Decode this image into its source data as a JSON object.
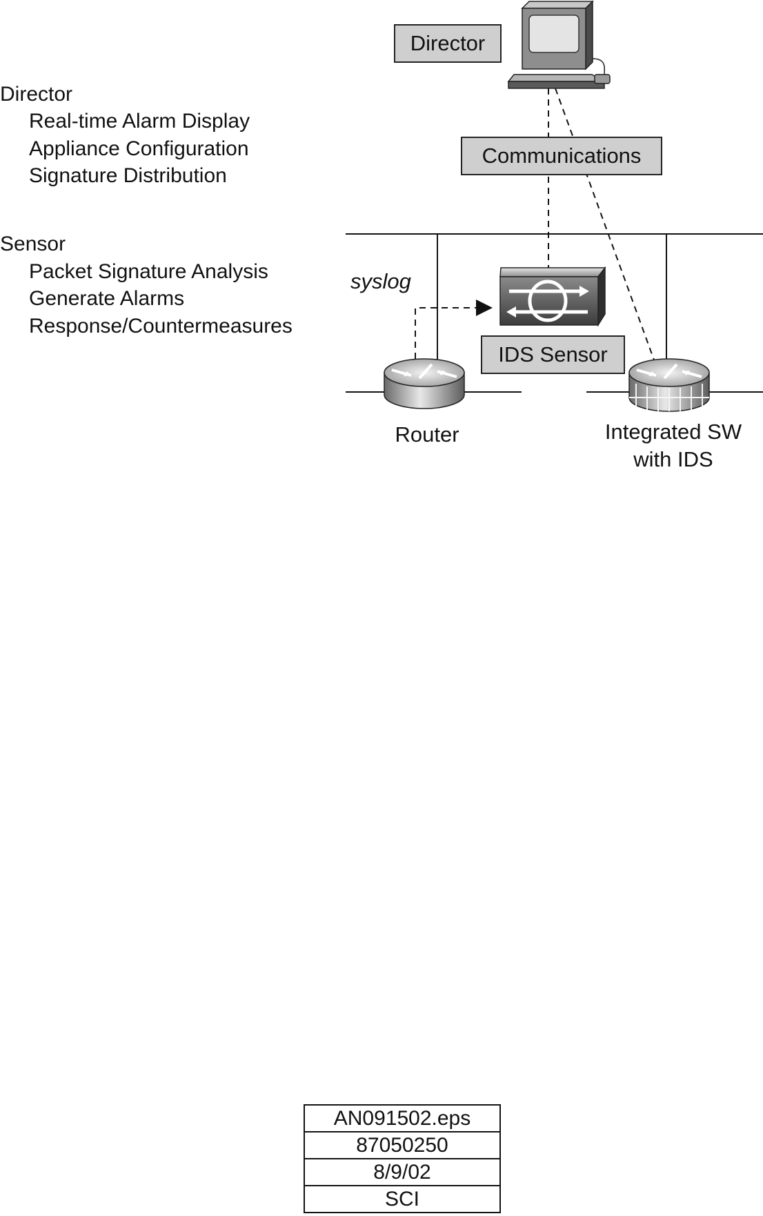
{
  "director_section": {
    "heading": "Director",
    "items": [
      "Real-time Alarm Display",
      "Appliance Configuration",
      "Signature Distribution"
    ]
  },
  "sensor_section": {
    "heading": "Sensor",
    "items": [
      "Packet Signature Analysis",
      "Generate Alarms",
      "Response/Countermeasures"
    ]
  },
  "diagram": {
    "director_label": "Director",
    "communications_label": "Communications",
    "syslog_label": "syslog",
    "ids_sensor_label": "IDS Sensor",
    "router_label": "Router",
    "integrated_label_line1": "Integrated SW",
    "integrated_label_line2": "with IDS"
  },
  "file_info": [
    "AN091502.eps",
    "87050250",
    "8/9/02",
    "SCI"
  ]
}
